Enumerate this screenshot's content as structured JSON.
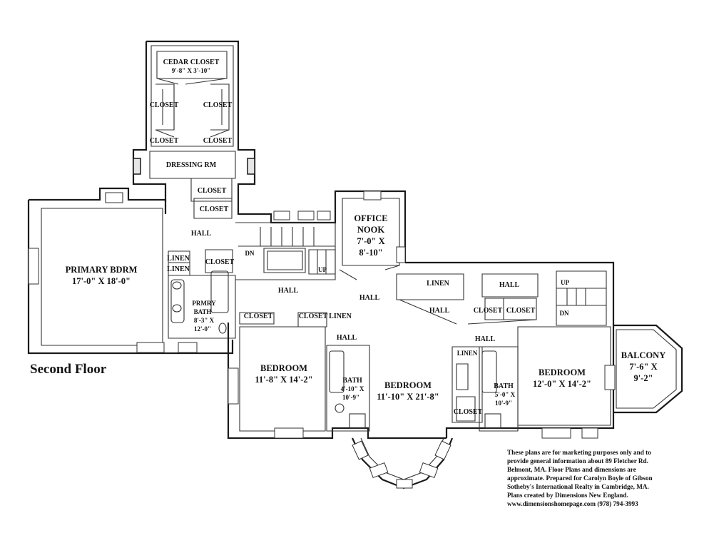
{
  "floor_title": "Second Floor",
  "rooms": {
    "cedar_closet": {
      "name": "CEDAR CLOSET",
      "dims": "9'-8\" X 3'-10\""
    },
    "closet_ul": "CLOSET",
    "closet_ur": "CLOSET",
    "closet_ll": "CLOSET",
    "closet_lr": "CLOSET",
    "dressing_rm": "DRESSING RM",
    "closet_d1": "CLOSET",
    "closet_d2": "CLOSET",
    "hall_upper": "HALL",
    "primary_bdrm": {
      "name": "PRIMARY BDRM",
      "dims": "17'-0\" X 18'-0\""
    },
    "linen_a": "LINEN",
    "linen_b": "LINEN",
    "closet_bath": "CLOSET",
    "primary_bath": {
      "name_1": "PRMRY",
      "name_2": "BATH",
      "dims_1": "8'-3\" X",
      "dims_2": "12'-0\""
    },
    "office_nook": {
      "name_1": "OFFICE",
      "name_2": "NOOK",
      "dims_1": "7'-0\" X",
      "dims_2": "8'-10\""
    },
    "hall_stair": "HALL",
    "hall_center": "HALL",
    "hall_mid": "HALL",
    "hall_right_top": "HALL",
    "hall_small_left": "HALL",
    "hall_small_right": "HALL",
    "linen_mid": "LINEN",
    "closet_mid1": "CLOSET",
    "closet_mid2": "CLOSET",
    "linen_mid2": "LINEN",
    "closet_r1": "CLOSET",
    "closet_r2": "CLOSET",
    "linen_right": "LINEN",
    "bedroom_left": {
      "name": "BEDROOM",
      "dims": "11'-8\" X 14'-2\""
    },
    "bath_left": {
      "name": "BATH",
      "dims_1": "4'-10\" X",
      "dims_2": "10'-9\""
    },
    "bedroom_center": {
      "name": "BEDROOM",
      "dims": "11'-10\" X 21'-8\""
    },
    "closet_center": "CLOSET",
    "bath_right": {
      "name": "BATH",
      "dims_1": "5'-0\" X",
      "dims_2": "10'-9\""
    },
    "bedroom_right": {
      "name": "BEDROOM",
      "dims": "12'-0\" X 14'-2\""
    },
    "balcony": {
      "name": "BALCONY",
      "dims_1": "7'-6\" X",
      "dims_2": "9'-2\""
    }
  },
  "stairs": {
    "dn_left": "DN",
    "up_left": "UP",
    "up_right": "UP",
    "dn_right": "DN"
  },
  "disclaimer": [
    "These plans are for marketing purposes only and to",
    "provide general information about 89 Fletcher Rd.",
    "Belmont, MA.  Floor Plans and dimensions are",
    "approximate.  Prepared for Carolyn Boyle of Gibson",
    "Sotheby's International Realty in Cambridge, MA.",
    "Plans created by Dimensions New England.",
    "www.dimensionshomepage.com  (978) 794-3993"
  ]
}
